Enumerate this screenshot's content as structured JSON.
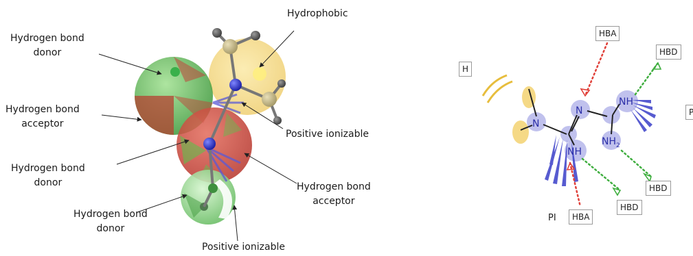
{
  "left_panel": {
    "labels": {
      "hydrophobic": "Hydrophobic",
      "hbd_top": [
        "Hydrogen bond",
        "donor"
      ],
      "hba_left": [
        "Hydrogen bond",
        "acceptor"
      ],
      "hbd_mid": [
        "Hydrogen bond",
        "donor"
      ],
      "hbd_bottom": [
        "Hydrogen bond",
        "donor"
      ],
      "pi_right": "Positive ionizable",
      "hba_right": [
        "Hydrogen bond",
        "acceptor"
      ],
      "pi_bottom": "Positive ionizable"
    }
  },
  "right_panel": {
    "boxes": {
      "h": "H",
      "hba_top": "HBA",
      "hbd_top": "HBD",
      "hbd_right": "HBD",
      "hbd_bottom": "HBD",
      "hba_bottom": "HBA",
      "pi_bottom": "PI",
      "p_cut": "P"
    },
    "atoms": {
      "n1": "N",
      "n2": "N",
      "nh_top": "NH",
      "nh_left": "NH",
      "nh2_main": "NH",
      "nh2_sub": "2"
    }
  },
  "colors": {
    "donor": "#3fae3f",
    "acceptor": "#e0413a",
    "hydrophobic": "#f2cd6a",
    "ionizable": "#3a3fc8",
    "molecule_highlight": "#8d8fe0"
  }
}
